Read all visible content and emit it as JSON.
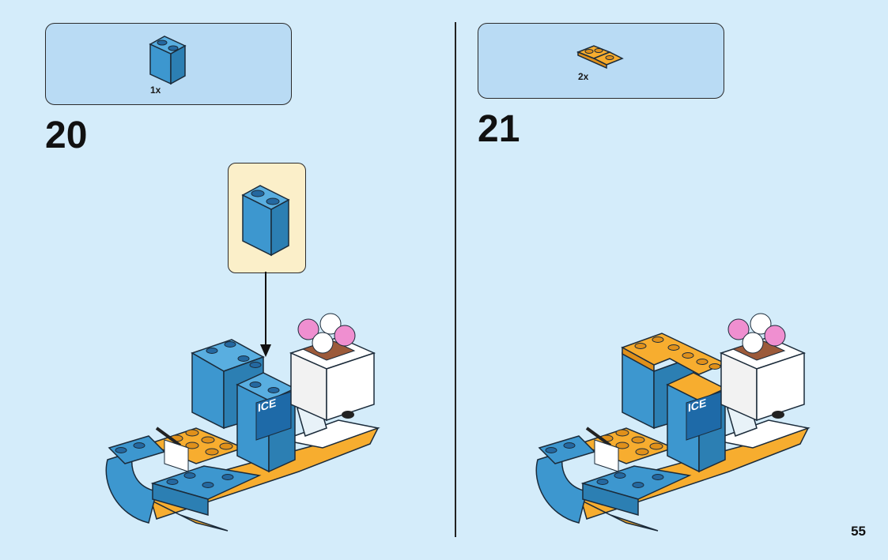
{
  "page": {
    "number": "55"
  },
  "steps": [
    {
      "number": "20",
      "parts": [
        {
          "icon": "blue-brick-1x2x2-icon",
          "count": "1x",
          "color": "#3d97cf"
        }
      ]
    },
    {
      "number": "21",
      "parts": [
        {
          "icon": "orange-corner-plate-icon",
          "count": "2x",
          "color": "#f7ad2f"
        }
      ]
    }
  ],
  "model": {
    "label": "ICE"
  },
  "colors": {
    "blue": "#3d97cf",
    "orange": "#f7ad2f",
    "pink": "#ef8fd0",
    "white": "#ffffff",
    "brown": "#9c5a3a"
  }
}
